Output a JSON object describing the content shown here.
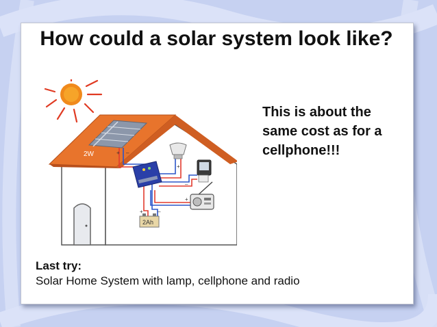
{
  "title": "How could a solar system look like?",
  "note": "This is about the same cost as for a cellphone!!!",
  "footer": {
    "heading": "Last try:",
    "text": "Solar Home System with lamp, cellphone and radio"
  },
  "illustration": {
    "panel_label": "2W",
    "battery_label": "2Ah",
    "plus": "+",
    "minus": "–"
  }
}
